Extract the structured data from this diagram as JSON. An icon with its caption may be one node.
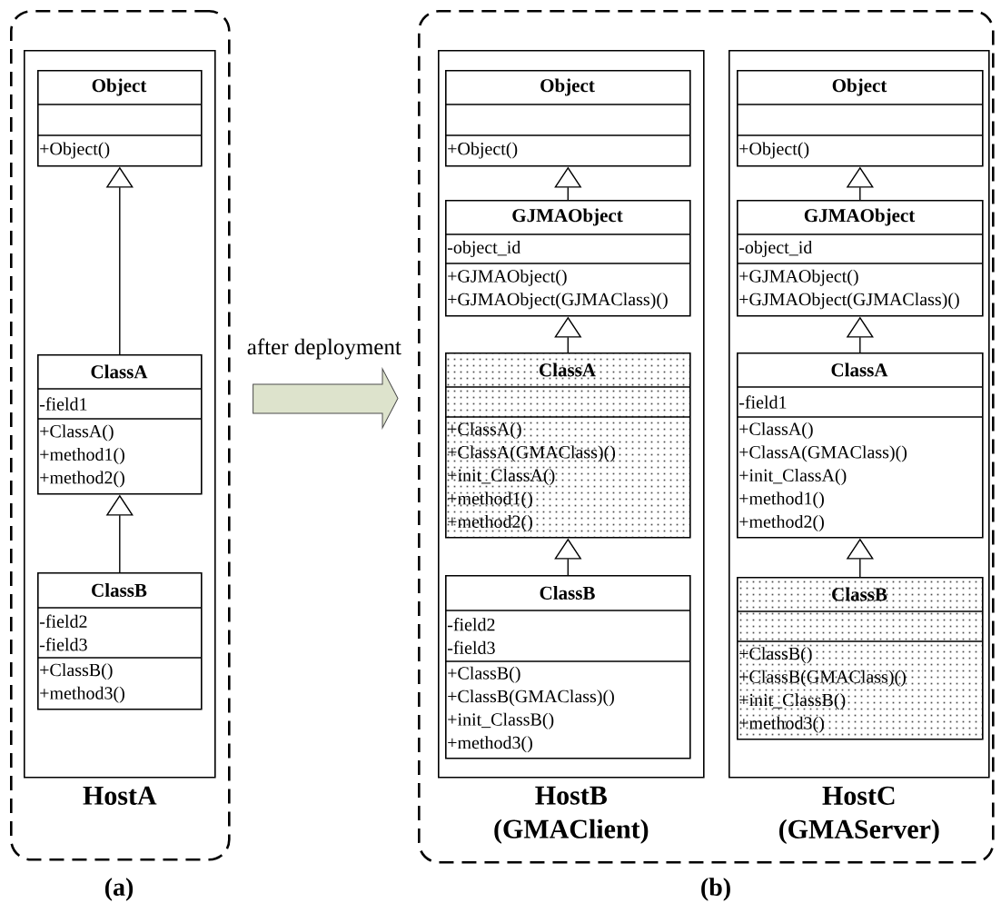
{
  "diagram": {
    "nodes": [
      {
        "text": [],
        "shape": "box",
        "beside": [
          "(a)"
        ]
      },
      {
        "text": [
          "HostA"
        ],
        "in": 0
      },
      {
        "text": [
          "Object",
          "+Object()"
        ],
        "in": 1
      },
      {
        "text": [
          "ClassA",
          "-field1",
          "+ClassA()",
          "+method1()",
          "+method2()"
        ],
        "in": 1
      },
      {
        "text": [
          "ClassB",
          "-field2",
          "-field3",
          "+ClassB()",
          "+method3()"
        ],
        "in": 1
      },
      {
        "text": [],
        "shape": "box",
        "beside": [
          "(b)"
        ]
      },
      {
        "text": [
          "HostB (GMAClient)"
        ],
        "in": 5
      },
      {
        "text": [
          "Object",
          "+Object()"
        ],
        "in": 6
      },
      {
        "text": [
          "GJMAObject",
          "-object_id",
          "+GJMAObject()",
          "+GJMAObject(GJMAClass)()"
        ],
        "in": 6
      },
      {
        "text": [
          "ClassA",
          "+ClassA()",
          "+ClassA(GMAClass)()",
          "+init_ClassA()",
          "+method1()",
          "+method2()"
        ],
        "in": 6
      },
      {
        "text": [
          "ClassB",
          "-field2",
          "-field3",
          "+ClassB()",
          "+ClassB(GMAClass)()",
          "+init_ClassB()",
          "+method3()"
        ],
        "in": 6
      },
      {
        "text": [
          "HostC (GMAServer)"
        ],
        "in": 5
      },
      {
        "text": [
          "Object",
          "+Object()"
        ],
        "in": 11
      },
      {
        "text": [
          "GJMAObject",
          "-object_id",
          "+GJMAObject()",
          "+GJMAObject(GJMAClass)()"
        ],
        "in": 11
      },
      {
        "text": [
          "ClassA",
          "-field1",
          "+ClassA()",
          "+ClassA(GMAClass)()",
          "+init_ClassA()",
          "+method1()",
          "+method2()"
        ],
        "in": 11
      },
      {
        "text": [
          "ClassB",
          "+ClassB()",
          "+ClassB(GMAClass)()",
          "+init_ClassB()",
          "+method3()"
        ],
        "in": 11
      }
    ],
    "edges": [
      {
        "from": 3,
        "to": 2,
        "arrow": "to"
      },
      {
        "from": 4,
        "to": 3,
        "arrow": "to"
      },
      {
        "from": 8,
        "to": 7,
        "arrow": "to"
      },
      {
        "from": 9,
        "to": 8,
        "arrow": "to"
      },
      {
        "from": 10,
        "to": 9,
        "arrow": "to"
      },
      {
        "from": 13,
        "to": 12,
        "arrow": "to"
      },
      {
        "from": 14,
        "to": 13,
        "arrow": "to"
      },
      {
        "from": 15,
        "to": 14,
        "arrow": "to"
      },
      {
        "from": 0,
        "to": 5,
        "arrow": "to",
        "label": "after deployment",
        "style": "thick",
        "color": "#dde3cc"
      }
    ]
  }
}
